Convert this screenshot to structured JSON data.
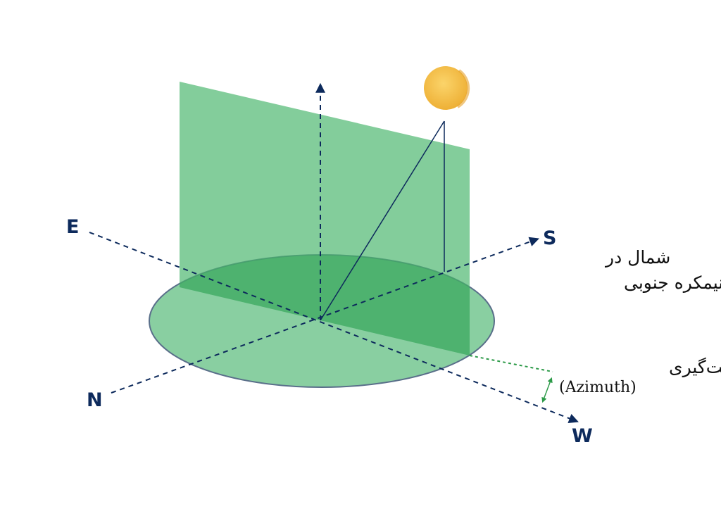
{
  "directions": {
    "east": "E",
    "south": "S",
    "north": "N",
    "west": "W"
  },
  "labels": {
    "north_in_southern_line1": "شمال در",
    "north_in_southern_line2": "نیمکره جنوبی",
    "azimuth_fa": "زاویه جهت‌گیری",
    "azimuth_en": "(Azimuth)"
  },
  "colors": {
    "axis": "#0d2a5c",
    "plane_fill": "#4fb870",
    "disk_fill": "#6cc38a",
    "overlap_fill": "#3aa85e",
    "disk_stroke": "#5a6f8a",
    "sun": "#f4c04a",
    "azimuth_indicator": "#2c9a48"
  },
  "icons": {
    "sun": "sun-icon"
  }
}
